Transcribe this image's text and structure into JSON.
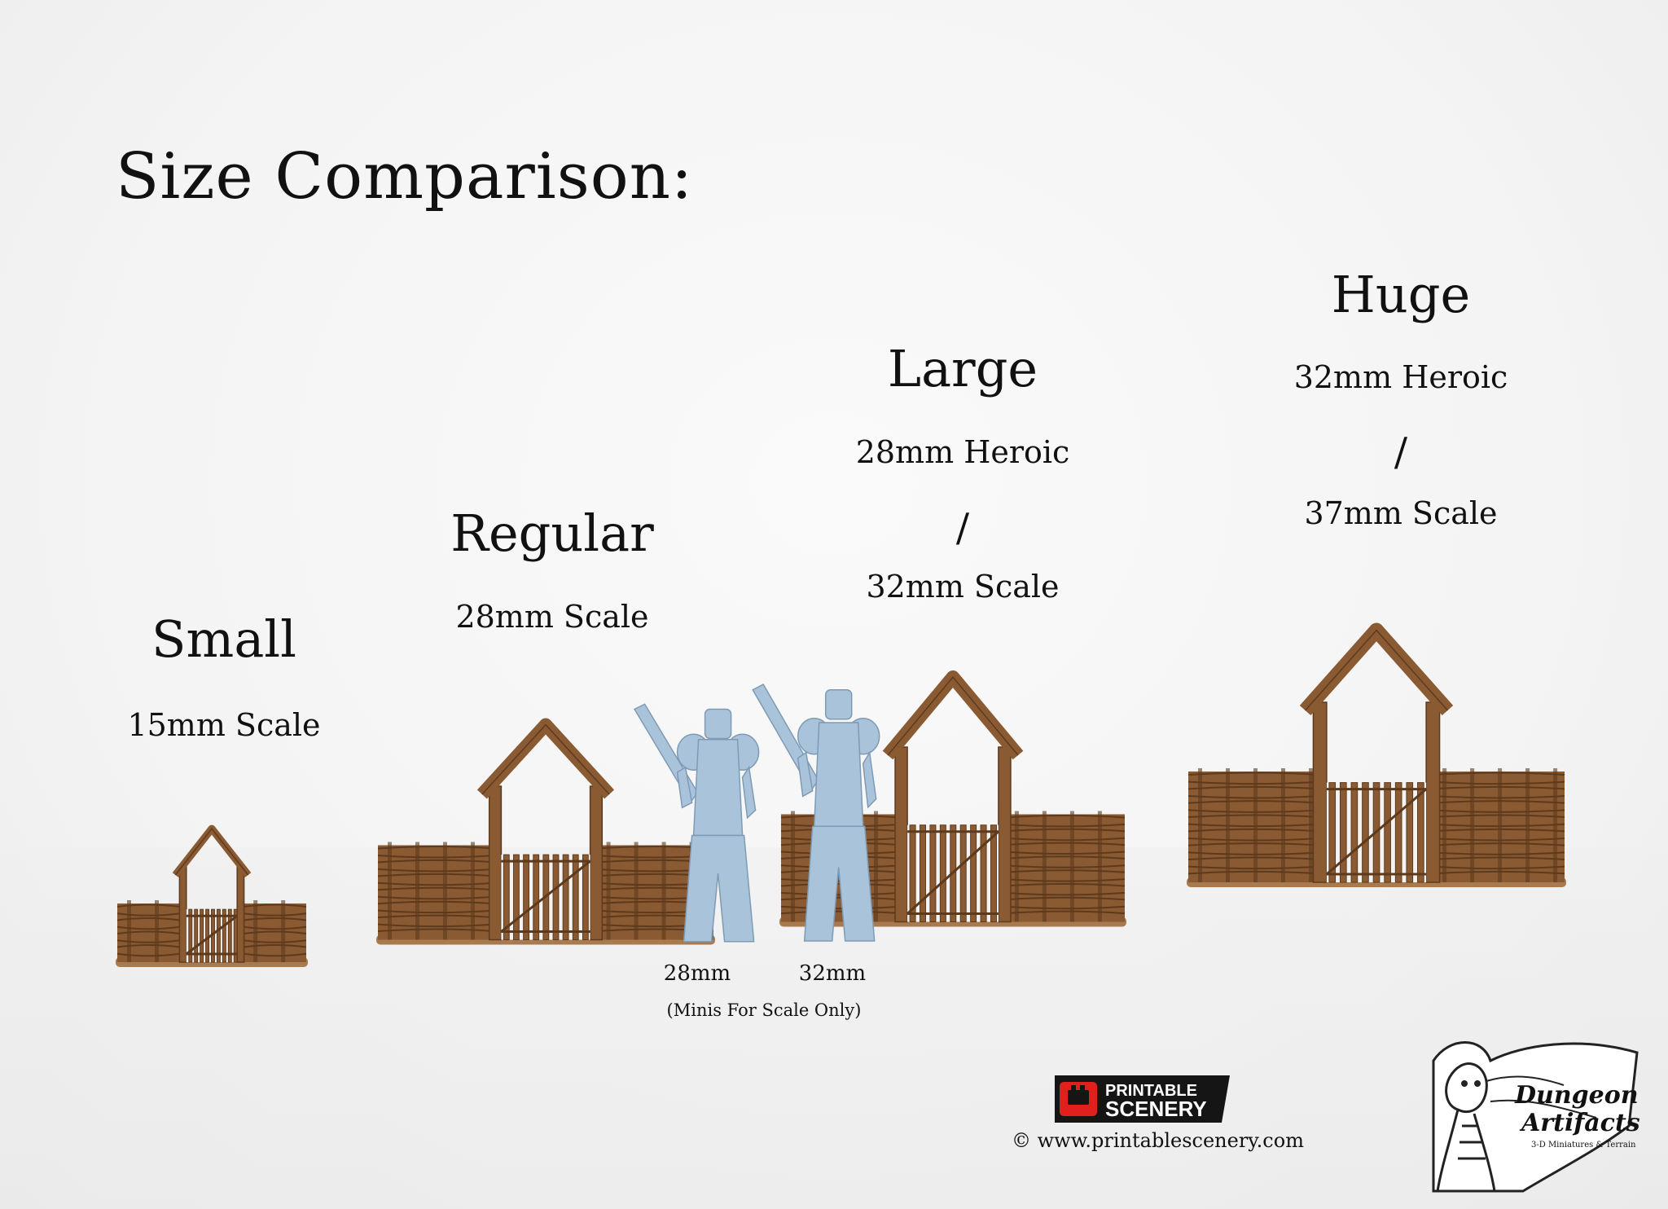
{
  "title": "Size Comparison:",
  "sizes": [
    {
      "name": "Small",
      "scale_lines": [
        "15mm Scale"
      ]
    },
    {
      "name": "Regular",
      "scale_lines": [
        "28mm Scale"
      ]
    },
    {
      "name": "Large",
      "scale_lines": [
        "28mm Heroic",
        "/",
        "32mm Scale"
      ]
    },
    {
      "name": "Huge",
      "scale_lines": [
        "32mm Heroic",
        "/",
        "37mm Scale"
      ]
    }
  ],
  "minis": {
    "labels": [
      "28mm",
      "32mm"
    ],
    "note": "(Minis For Scale Only)"
  },
  "brands": {
    "printable_scenery": {
      "line1": "PRINTABLE",
      "line2": "SCENERY",
      "copyright": "© www.printablescenery.com"
    },
    "dungeon_artifacts": {
      "line1": "Dungeon",
      "line2": "Artifacts",
      "tagline": "3-D Miniatures & Terrain"
    }
  },
  "colors": {
    "wood": "#8a5a33",
    "wood_dark": "#5e3a1c",
    "mini": "#a9c3da",
    "logo_red": "#e0201c"
  }
}
